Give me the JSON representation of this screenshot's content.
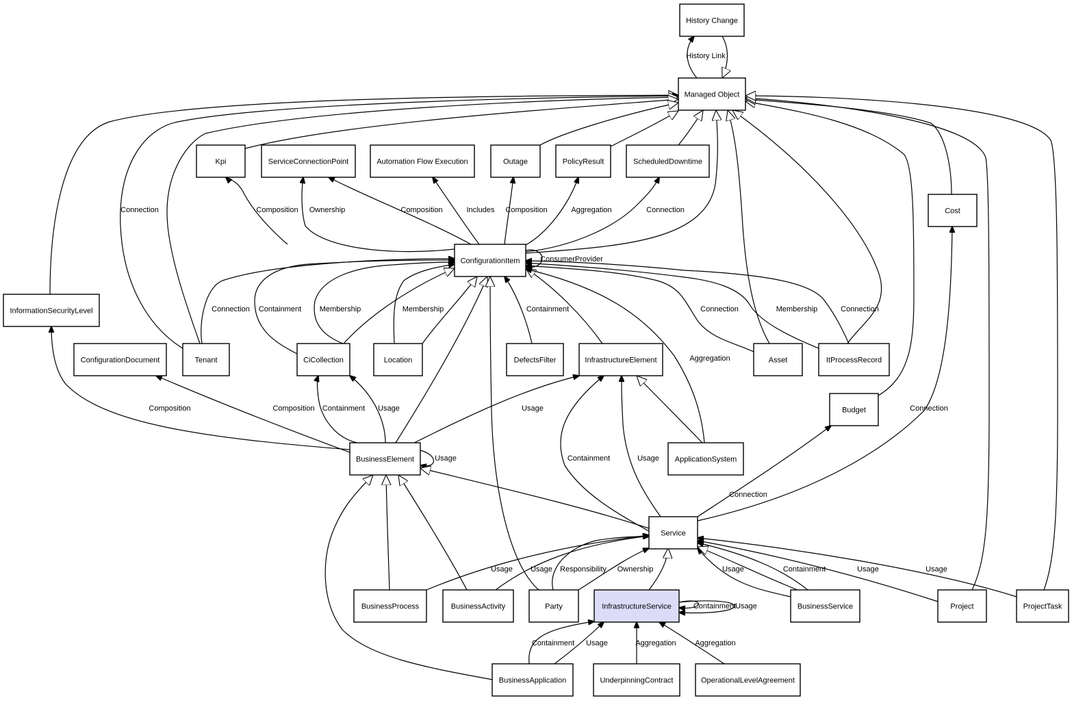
{
  "diagram": {
    "title": "",
    "highlight_color": "#dcdcf8",
    "nodes": [
      {
        "id": "historyChange",
        "label": "History Change"
      },
      {
        "id": "managedObject",
        "label": "Managed Object"
      },
      {
        "id": "kpi",
        "label": "Kpi"
      },
      {
        "id": "scp",
        "label": "ServiceConnectionPoint"
      },
      {
        "id": "afe",
        "label": "Automation Flow Execution"
      },
      {
        "id": "outage",
        "label": "Outage"
      },
      {
        "id": "policyResult",
        "label": "PolicyResult"
      },
      {
        "id": "scheduledDowntime",
        "label": "ScheduledDowntime"
      },
      {
        "id": "cost",
        "label": "Cost"
      },
      {
        "id": "ci",
        "label": "ConfigurationItem"
      },
      {
        "id": "isl",
        "label": "InformationSecurityLevel"
      },
      {
        "id": "configDoc",
        "label": "ConfigurationDocument"
      },
      {
        "id": "tenant",
        "label": "Tenant"
      },
      {
        "id": "ciCollection",
        "label": "CiCollection"
      },
      {
        "id": "location",
        "label": "Location"
      },
      {
        "id": "defectsFilter",
        "label": "DefectsFilter"
      },
      {
        "id": "infraElement",
        "label": "InfrastructureElement"
      },
      {
        "id": "asset",
        "label": "Asset"
      },
      {
        "id": "itProcessRecord",
        "label": "ItProcessRecord"
      },
      {
        "id": "budget",
        "label": "Budget"
      },
      {
        "id": "businessElement",
        "label": "BusinessElement"
      },
      {
        "id": "applicationSystem",
        "label": "ApplicationSystem"
      },
      {
        "id": "service",
        "label": "Service"
      },
      {
        "id": "businessProcess",
        "label": "BusinessProcess"
      },
      {
        "id": "businessActivity",
        "label": "BusinessActivity"
      },
      {
        "id": "party",
        "label": "Party"
      },
      {
        "id": "infraService",
        "label": "InfrastructureService",
        "highlighted": true
      },
      {
        "id": "businessService",
        "label": "BusinessService"
      },
      {
        "id": "project",
        "label": "Project"
      },
      {
        "id": "projectTask",
        "label": "ProjectTask"
      },
      {
        "id": "businessApplication",
        "label": "BusinessApplication"
      },
      {
        "id": "underpinningContract",
        "label": "UnderpinningContract"
      },
      {
        "id": "ola",
        "label": "OperationalLevelAgreement"
      }
    ],
    "edges": [
      {
        "from": "managedObject",
        "to": "historyChange",
        "label": "History Link",
        "arrow": "filled"
      },
      {
        "from": "historyChange",
        "to": "managedObject",
        "label": "",
        "arrow": "open"
      },
      {
        "from": "isl",
        "to": "managedObject",
        "label": "",
        "arrow": "open"
      },
      {
        "from": "tenant",
        "to": "managedObject",
        "label": "Connection",
        "arrow": "filled"
      },
      {
        "from": "tenant",
        "to": "managedObject",
        "label": "",
        "arrow": "open"
      },
      {
        "from": "kpi",
        "to": "managedObject",
        "label": "",
        "arrow": "open"
      },
      {
        "from": "outage",
        "to": "managedObject",
        "label": "",
        "arrow": "open"
      },
      {
        "from": "policyResult",
        "to": "managedObject",
        "label": "",
        "arrow": "open"
      },
      {
        "from": "scheduledDowntime",
        "to": "managedObject",
        "label": "",
        "arrow": "open"
      },
      {
        "from": "ci",
        "to": "managedObject",
        "label": "",
        "arrow": "open"
      },
      {
        "from": "asset",
        "to": "managedObject",
        "label": "",
        "arrow": "open"
      },
      {
        "from": "itProcessRecord",
        "to": "managedObject",
        "label": "",
        "arrow": "open"
      },
      {
        "from": "budget",
        "to": "managedObject",
        "label": "",
        "arrow": "open"
      },
      {
        "from": "cost",
        "to": "managedObject",
        "label": "",
        "arrow": "open"
      },
      {
        "from": "project",
        "to": "managedObject",
        "label": "",
        "arrow": "open"
      },
      {
        "from": "projectTask",
        "to": "managedObject",
        "label": "",
        "arrow": "open"
      },
      {
        "from": "ci",
        "to": "kpi",
        "label": "Composition",
        "arrow": "filled"
      },
      {
        "from": "ci",
        "to": "scp",
        "label": "Ownership",
        "arrow": "filled"
      },
      {
        "from": "ci",
        "to": "scp",
        "label": "Composition",
        "arrow": "filled"
      },
      {
        "from": "ci",
        "to": "afe",
        "label": "Includes",
        "arrow": "filled"
      },
      {
        "from": "ci",
        "to": "outage",
        "label": "Composition",
        "arrow": "filled"
      },
      {
        "from": "ci",
        "to": "policyResult",
        "label": "Aggregation",
        "arrow": "filled"
      },
      {
        "from": "ci",
        "to": "scheduledDowntime",
        "label": "Connection",
        "arrow": "filled"
      },
      {
        "from": "ci",
        "to": "ci",
        "label": "ConsumerProvider",
        "arrow": "filled"
      },
      {
        "from": "tenant",
        "to": "ci",
        "label": "Connection",
        "arrow": "filled"
      },
      {
        "from": "ciCollection",
        "to": "ci",
        "label": "Containment",
        "arrow": "filled"
      },
      {
        "from": "ciCollection",
        "to": "ci",
        "label": "Membership",
        "arrow": "filled"
      },
      {
        "from": "location",
        "to": "ci",
        "label": "Membership",
        "arrow": "filled"
      },
      {
        "from": "location",
        "to": "ci",
        "label": "",
        "arrow": "open"
      },
      {
        "from": "ciCollection",
        "to": "ci",
        "label": "",
        "arrow": "open"
      },
      {
        "from": "businessElement",
        "to": "ci",
        "label": "",
        "arrow": "open"
      },
      {
        "from": "party",
        "to": "ci",
        "label": "",
        "arrow": "open"
      },
      {
        "from": "defectsFilter",
        "to": "ci",
        "label": "Containment",
        "arrow": "filled"
      },
      {
        "from": "infraElement",
        "to": "ci",
        "label": "",
        "arrow": "open"
      },
      {
        "from": "applicationSystem",
        "to": "ci",
        "label": "Aggregation",
        "arrow": "filled"
      },
      {
        "from": "asset",
        "to": "ci",
        "label": "Connection",
        "arrow": "filled"
      },
      {
        "from": "itProcessRecord",
        "to": "ci",
        "label": "Membership",
        "arrow": "filled"
      },
      {
        "from": "itProcessRecord",
        "to": "ci",
        "label": "Connection",
        "arrow": "filled"
      },
      {
        "from": "businessElement",
        "to": "isl",
        "label": "Composition",
        "arrow": "filled"
      },
      {
        "from": "businessElement",
        "to": "configDoc",
        "label": "Composition",
        "arrow": "filled"
      },
      {
        "from": "businessElement",
        "to": "ciCollection",
        "label": "Containment",
        "arrow": "filled"
      },
      {
        "from": "businessElement",
        "to": "ciCollection",
        "label": "Usage",
        "arrow": "filled"
      },
      {
        "from": "businessElement",
        "to": "infraElement",
        "label": "Usage",
        "arrow": "filled"
      },
      {
        "from": "businessElement",
        "to": "businessElement",
        "label": "Usage",
        "arrow": "filled"
      },
      {
        "from": "applicationSystem",
        "to": "infraElement",
        "label": "",
        "arrow": "open"
      },
      {
        "from": "service",
        "to": "infraElement",
        "label": "Containment",
        "arrow": "filled"
      },
      {
        "from": "service",
        "to": "infraElement",
        "label": "Usage",
        "arrow": "filled"
      },
      {
        "from": "service",
        "to": "budget",
        "label": "Connection",
        "arrow": "filled"
      },
      {
        "from": "service",
        "to": "cost",
        "label": "Connection",
        "arrow": "filled"
      },
      {
        "from": "service",
        "to": "businessElement",
        "label": "",
        "arrow": "open"
      },
      {
        "from": "businessProcess",
        "to": "businessElement",
        "label": "",
        "arrow": "open"
      },
      {
        "from": "businessActivity",
        "to": "businessElement",
        "label": "",
        "arrow": "open"
      },
      {
        "from": "businessApplication",
        "to": "businessElement",
        "label": "",
        "arrow": "open"
      },
      {
        "from": "businessProcess",
        "to": "service",
        "label": "Usage",
        "arrow": "filled"
      },
      {
        "from": "businessActivity",
        "to": "service",
        "label": "Usage",
        "arrow": "filled"
      },
      {
        "from": "party",
        "to": "service",
        "label": "Responsibility",
        "arrow": "filled"
      },
      {
        "from": "party",
        "to": "service",
        "label": "Ownership",
        "arrow": "filled"
      },
      {
        "from": "infraService",
        "to": "service",
        "label": "",
        "arrow": "open"
      },
      {
        "from": "businessService",
        "to": "service",
        "label": "Usage",
        "arrow": "filled"
      },
      {
        "from": "businessService",
        "to": "service",
        "label": "Containment",
        "arrow": "filled"
      },
      {
        "from": "businessService",
        "to": "service",
        "label": "",
        "arrow": "open"
      },
      {
        "from": "project",
        "to": "service",
        "label": "Usage",
        "arrow": "filled"
      },
      {
        "from": "projectTask",
        "to": "service",
        "label": "Usage",
        "arrow": "filled"
      },
      {
        "from": "infraService",
        "to": "infraService",
        "label": "Containment",
        "arrow": "filled"
      },
      {
        "from": "infraService",
        "to": "infraService",
        "label": "Usage",
        "arrow": "filled"
      },
      {
        "from": "businessApplication",
        "to": "infraService",
        "label": "Containment",
        "arrow": "filled"
      },
      {
        "from": "businessApplication",
        "to": "infraService",
        "label": "Usage",
        "arrow": "filled"
      },
      {
        "from": "underpinningContract",
        "to": "infraService",
        "label": "Aggregation",
        "arrow": "filled"
      },
      {
        "from": "ola",
        "to": "infraService",
        "label": "Aggregation",
        "arrow": "filled"
      }
    ]
  }
}
